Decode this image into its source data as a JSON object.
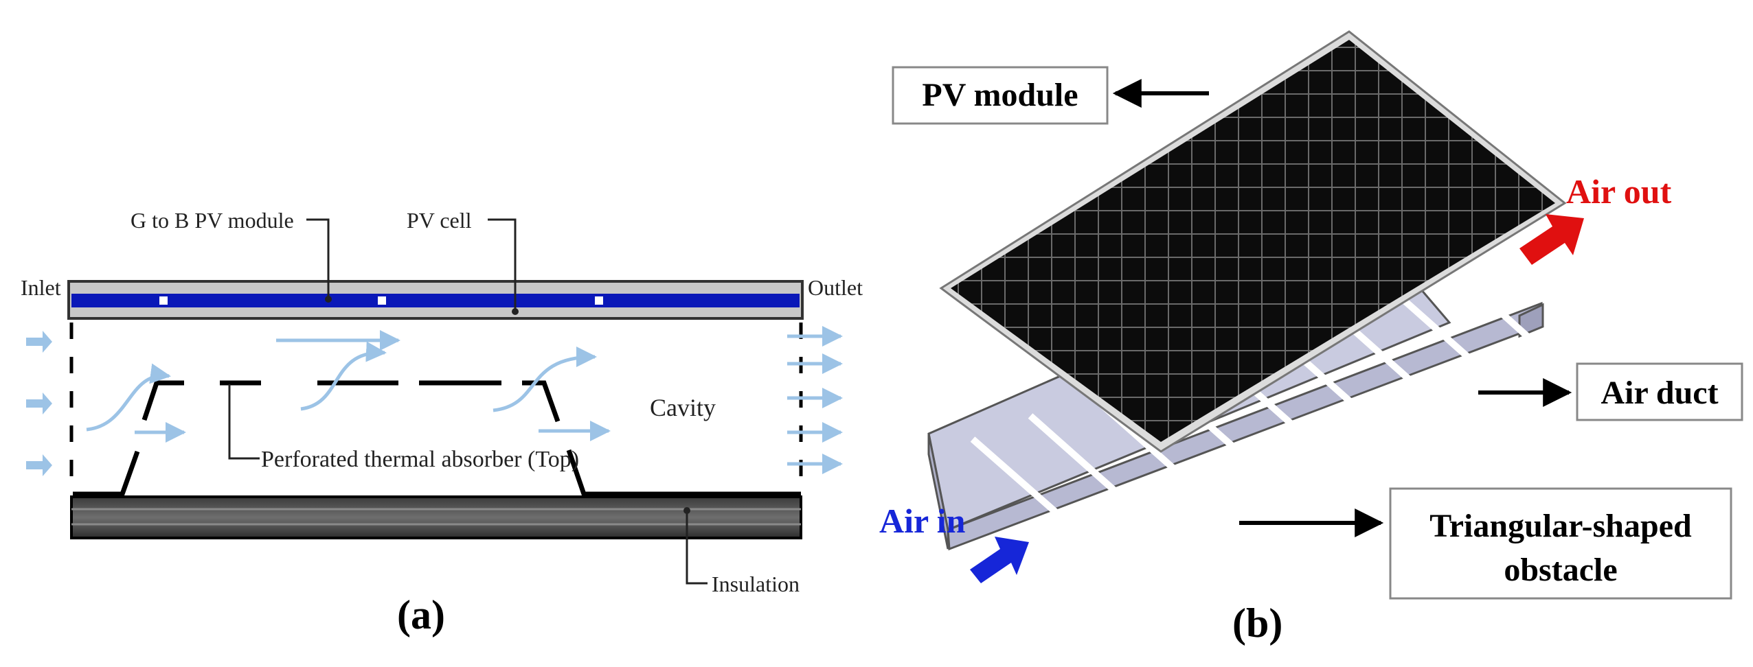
{
  "panel_a": {
    "caption": "(a)",
    "labels": {
      "inlet": "Inlet",
      "outlet": "Outlet",
      "g_to_b": "G to B PV module",
      "pv_cell": "PV cell",
      "cavity": "Cavity",
      "absorber": "Perforated thermal absorber (Top)",
      "insulation": "Insulation"
    }
  },
  "panel_b": {
    "caption": "(b)",
    "labels": {
      "pv_module": "PV module",
      "air_out": "Air out",
      "air_duct": "Air duct",
      "air_in": "Air in",
      "obstacle_line1": "Triangular-shaped",
      "obstacle_line2": "obstacle"
    }
  },
  "colors": {
    "cell_band": "#0a18b8",
    "flow_arrow": "#9cc3e6",
    "air_out": "#e01010",
    "air_in": "#1626d8",
    "duct_fill": "#c9cbe0"
  }
}
